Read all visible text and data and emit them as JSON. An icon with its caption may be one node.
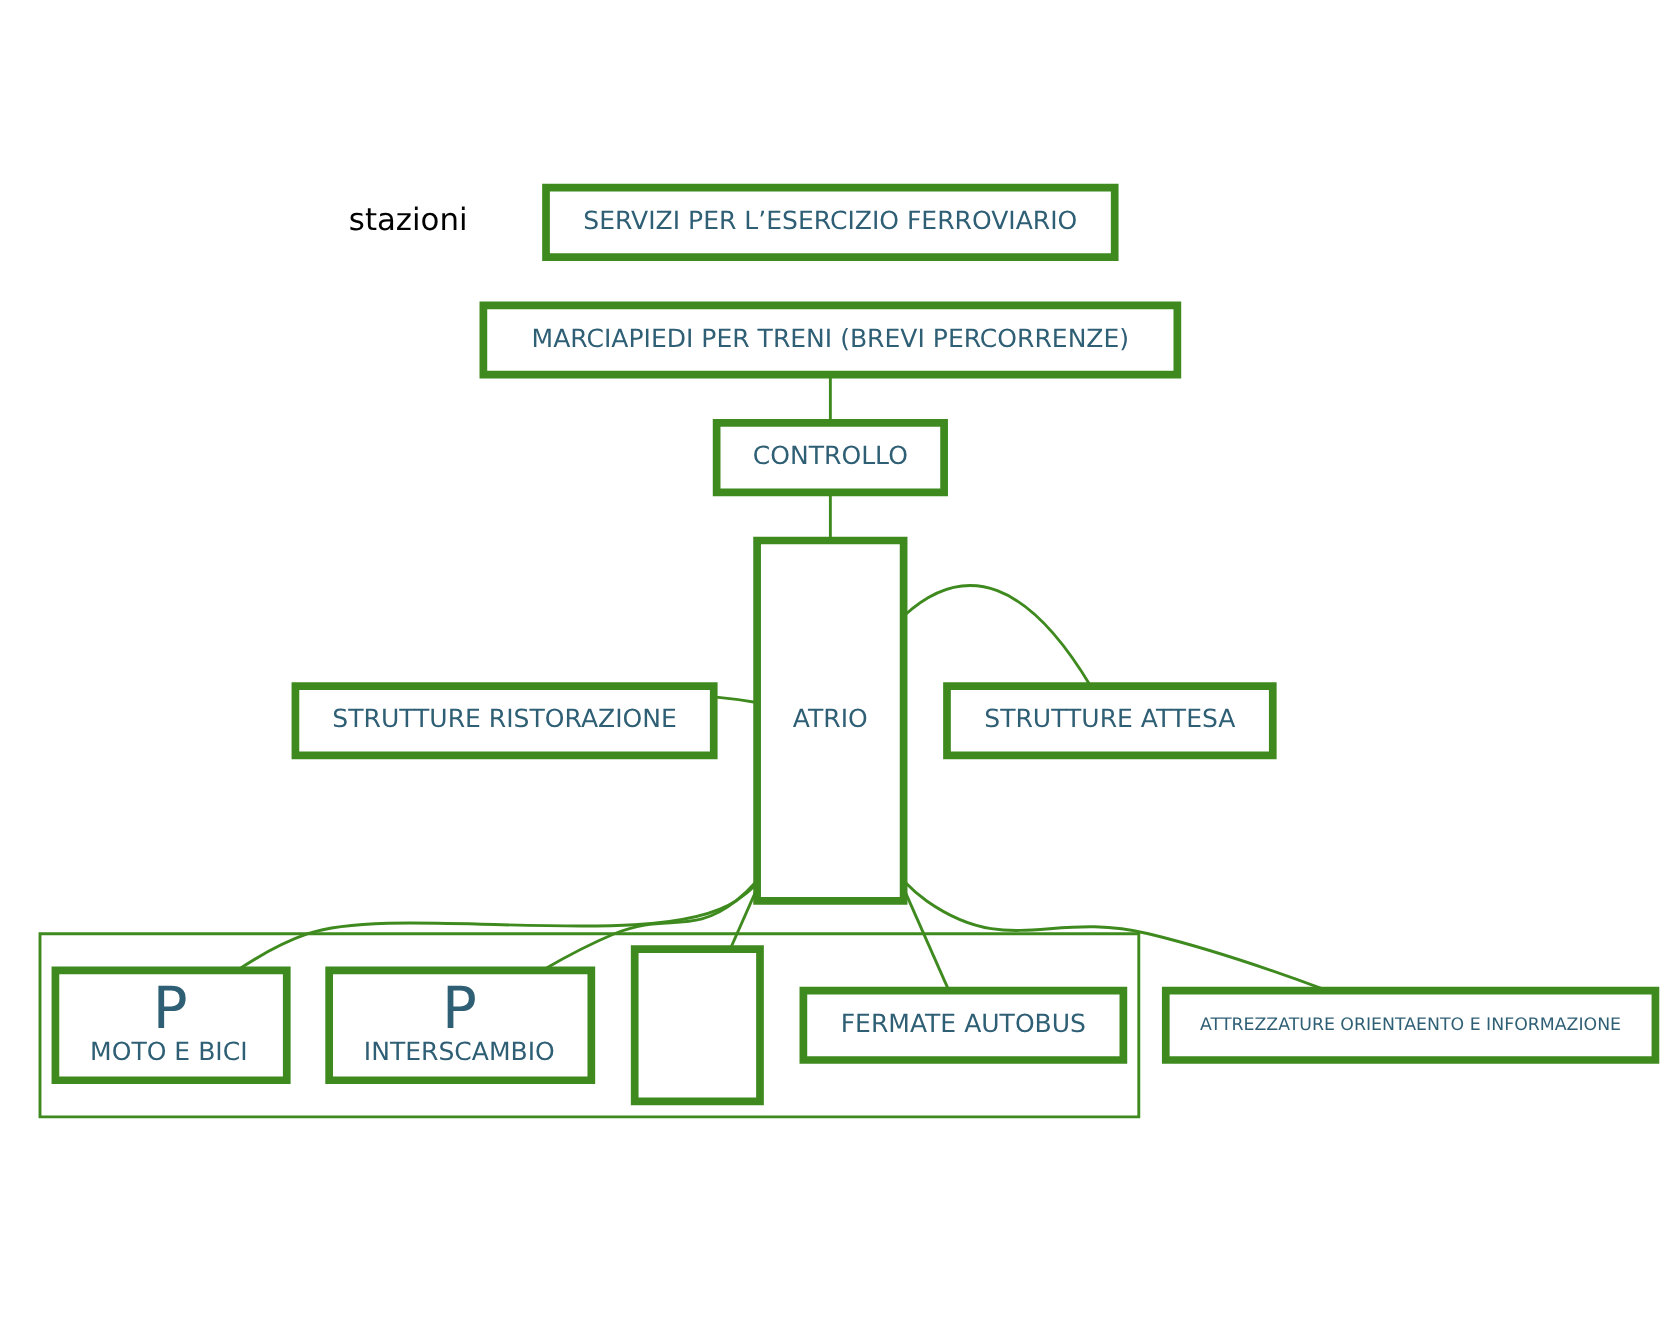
{
  "diagram": {
    "nodes": [
      {
        "text": [
          "SERVIZI PER L’ESERCIZIO FERROVIARIO"
        ]
      },
      {
        "text": [
          "MARCIAPIEDI PER TRENI (BREVI PERCORRENZE)"
        ]
      },
      {
        "text": [
          "CONTROLLO"
        ]
      },
      {
        "text": [
          "STRUTTURE RISTORAZIONE"
        ]
      },
      {
        "text": [
          "ATRIO"
        ]
      },
      {
        "text": [
          "STRUTTURE ATTESA"
        ]
      },
      {
        "text": [
          "ATTREZZATURE ORIENTAENTO E INFORMAZIONE"
        ]
      },
      {
        "text": [],
        "shape": "box"
      },
      {
        "text": [
          "P",
          "MOTO E BICI"
        ],
        "in": 7
      },
      {
        "text": [
          "P",
          "INTERSCAMBIO"
        ],
        "in": 7
      },
      {
        "text": [],
        "shape": "box",
        "in": 7
      },
      {
        "text": [
          "FERMATE AUTOBUS"
        ],
        "in": 7
      }
    ],
    "edges": [
      {
        "from": 1,
        "to": 2,
        "arrow": "none"
      },
      {
        "from": 2,
        "to": 4,
        "arrow": "none"
      },
      {
        "from": 4,
        "to": 3,
        "arrow": "none"
      },
      {
        "from": 4,
        "to": 5,
        "arrow": "none"
      },
      {
        "from": 4,
        "to": 6,
        "arrow": "none"
      },
      {
        "from": 4,
        "to": 8,
        "arrow": "none"
      },
      {
        "from": 4,
        "to": 9,
        "arrow": "none"
      },
      {
        "from": 4,
        "to": 10,
        "arrow": "none"
      },
      {
        "from": 4,
        "to": 11,
        "arrow": "none"
      }
    ],
    "labels": [
      "stazioni"
    ]
  }
}
